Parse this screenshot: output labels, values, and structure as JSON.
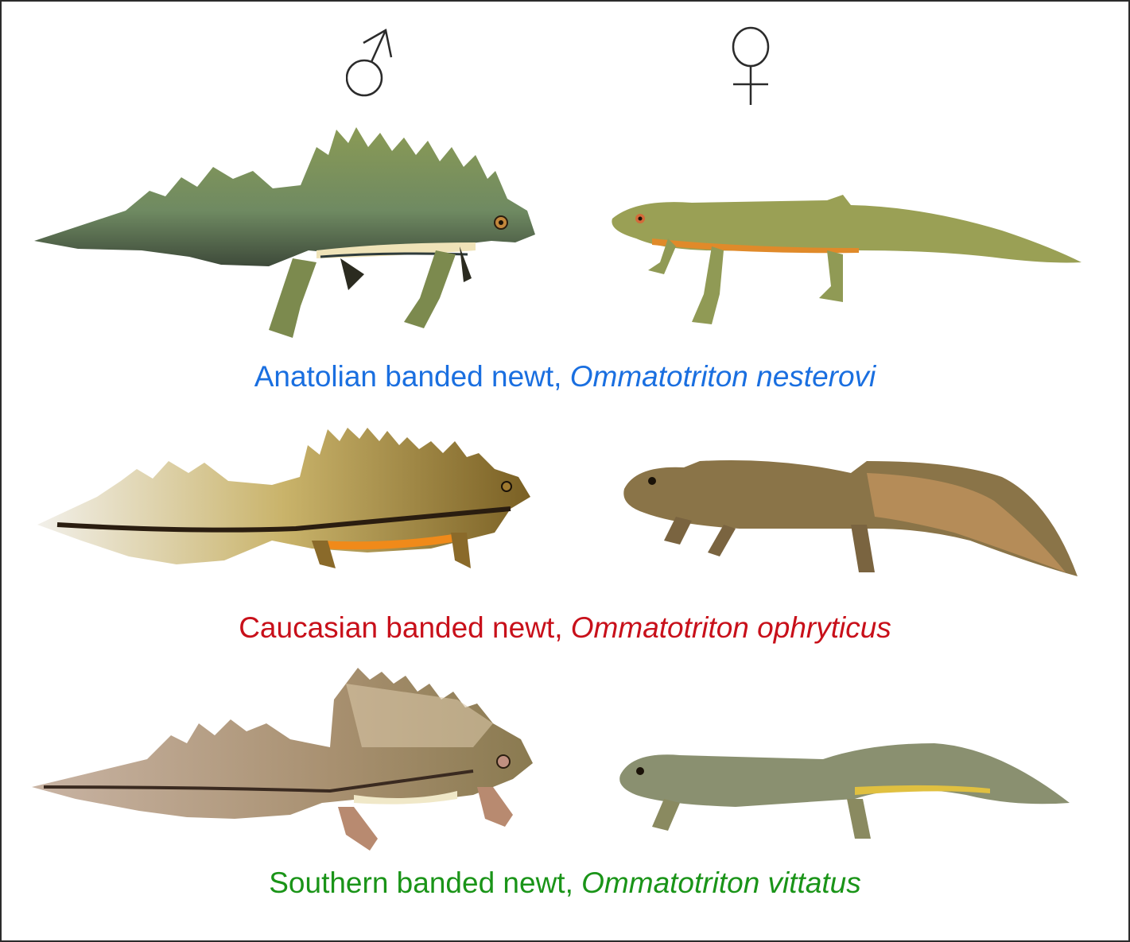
{
  "header": {
    "male_symbol": "male-symbol",
    "female_symbol": "female-symbol"
  },
  "species": [
    {
      "common_name": "Anatolian banded newt, ",
      "scientific_name": "Ommatotriton nesterovi",
      "color": "#1a6fe0",
      "male_image": "Anatolian banded newt male (green, crested)",
      "female_image": "Anatolian banded newt female (olive-green, orange belly)"
    },
    {
      "common_name": "Caucasian banded newt, ",
      "scientific_name": "Ommatotriton ophryticus",
      "color": "#c8101a",
      "male_image": "Caucasian banded newt male (black-spotted white tail, yellow crest)",
      "female_image": "Caucasian banded newt female (brown, tan tail)"
    },
    {
      "common_name": "Southern banded newt, ",
      "scientific_name": "Ommatotriton vittatus",
      "color": "#1a9418",
      "male_image": "Southern banded newt male (pinkish-brown spotted, tall crest)",
      "female_image": "Southern banded newt female (grey-green, yellow stripe)"
    }
  ],
  "colors": {
    "border": "#2b2b2b",
    "symbol": "#2b2b2b",
    "background": "#ffffff"
  }
}
